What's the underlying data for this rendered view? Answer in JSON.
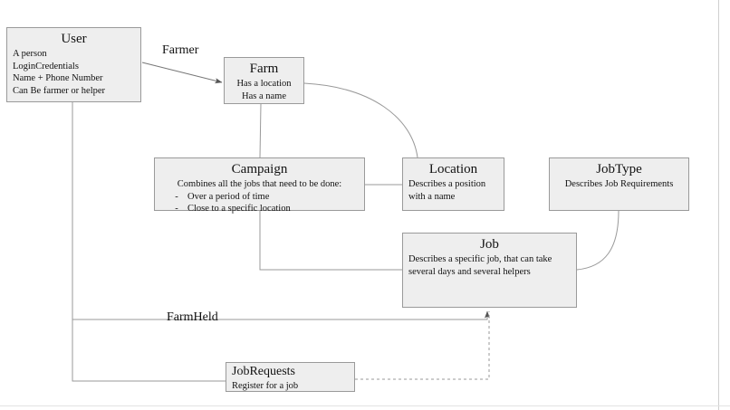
{
  "diagram": {
    "type": "entity-relationship-sketch",
    "background": "#ffffff",
    "node_fill": "#eeeeee",
    "node_border": "#9a9a9a",
    "edge_color": "#777777",
    "nodes": [
      {
        "id": "user",
        "title": "User",
        "lines": [
          "A person",
          "LoginCredentials",
          "Name + Phone Number",
          "Can Be farmer or helper"
        ]
      },
      {
        "id": "farm",
        "title": "Farm",
        "lines": [
          "Has a location",
          "Has a name"
        ]
      },
      {
        "id": "campaign",
        "title": "Campaign",
        "lines": [
          "Combines all the jobs that need to be done:"
        ],
        "bullets": [
          {
            "marker": "-",
            "text": "Over a period of time"
          },
          {
            "marker": "-",
            "text": "Close to a specific location"
          }
        ]
      },
      {
        "id": "location",
        "title": "Location",
        "lines": [
          "Describes a position",
          "with a name"
        ]
      },
      {
        "id": "jobtype",
        "title": "JobType",
        "lines": [
          "Describes Job Requirements"
        ]
      },
      {
        "id": "job",
        "title": "Job",
        "lines": [
          "Describes a specific job, that can take",
          "several days and several helpers"
        ]
      },
      {
        "id": "jobrequests",
        "title": "JobRequests",
        "lines": [
          "Register for a job"
        ]
      }
    ],
    "edge_labels": [
      {
        "id": "farmer",
        "text": "Farmer"
      },
      {
        "id": "farmheld",
        "text": "FarmHeld"
      }
    ]
  }
}
